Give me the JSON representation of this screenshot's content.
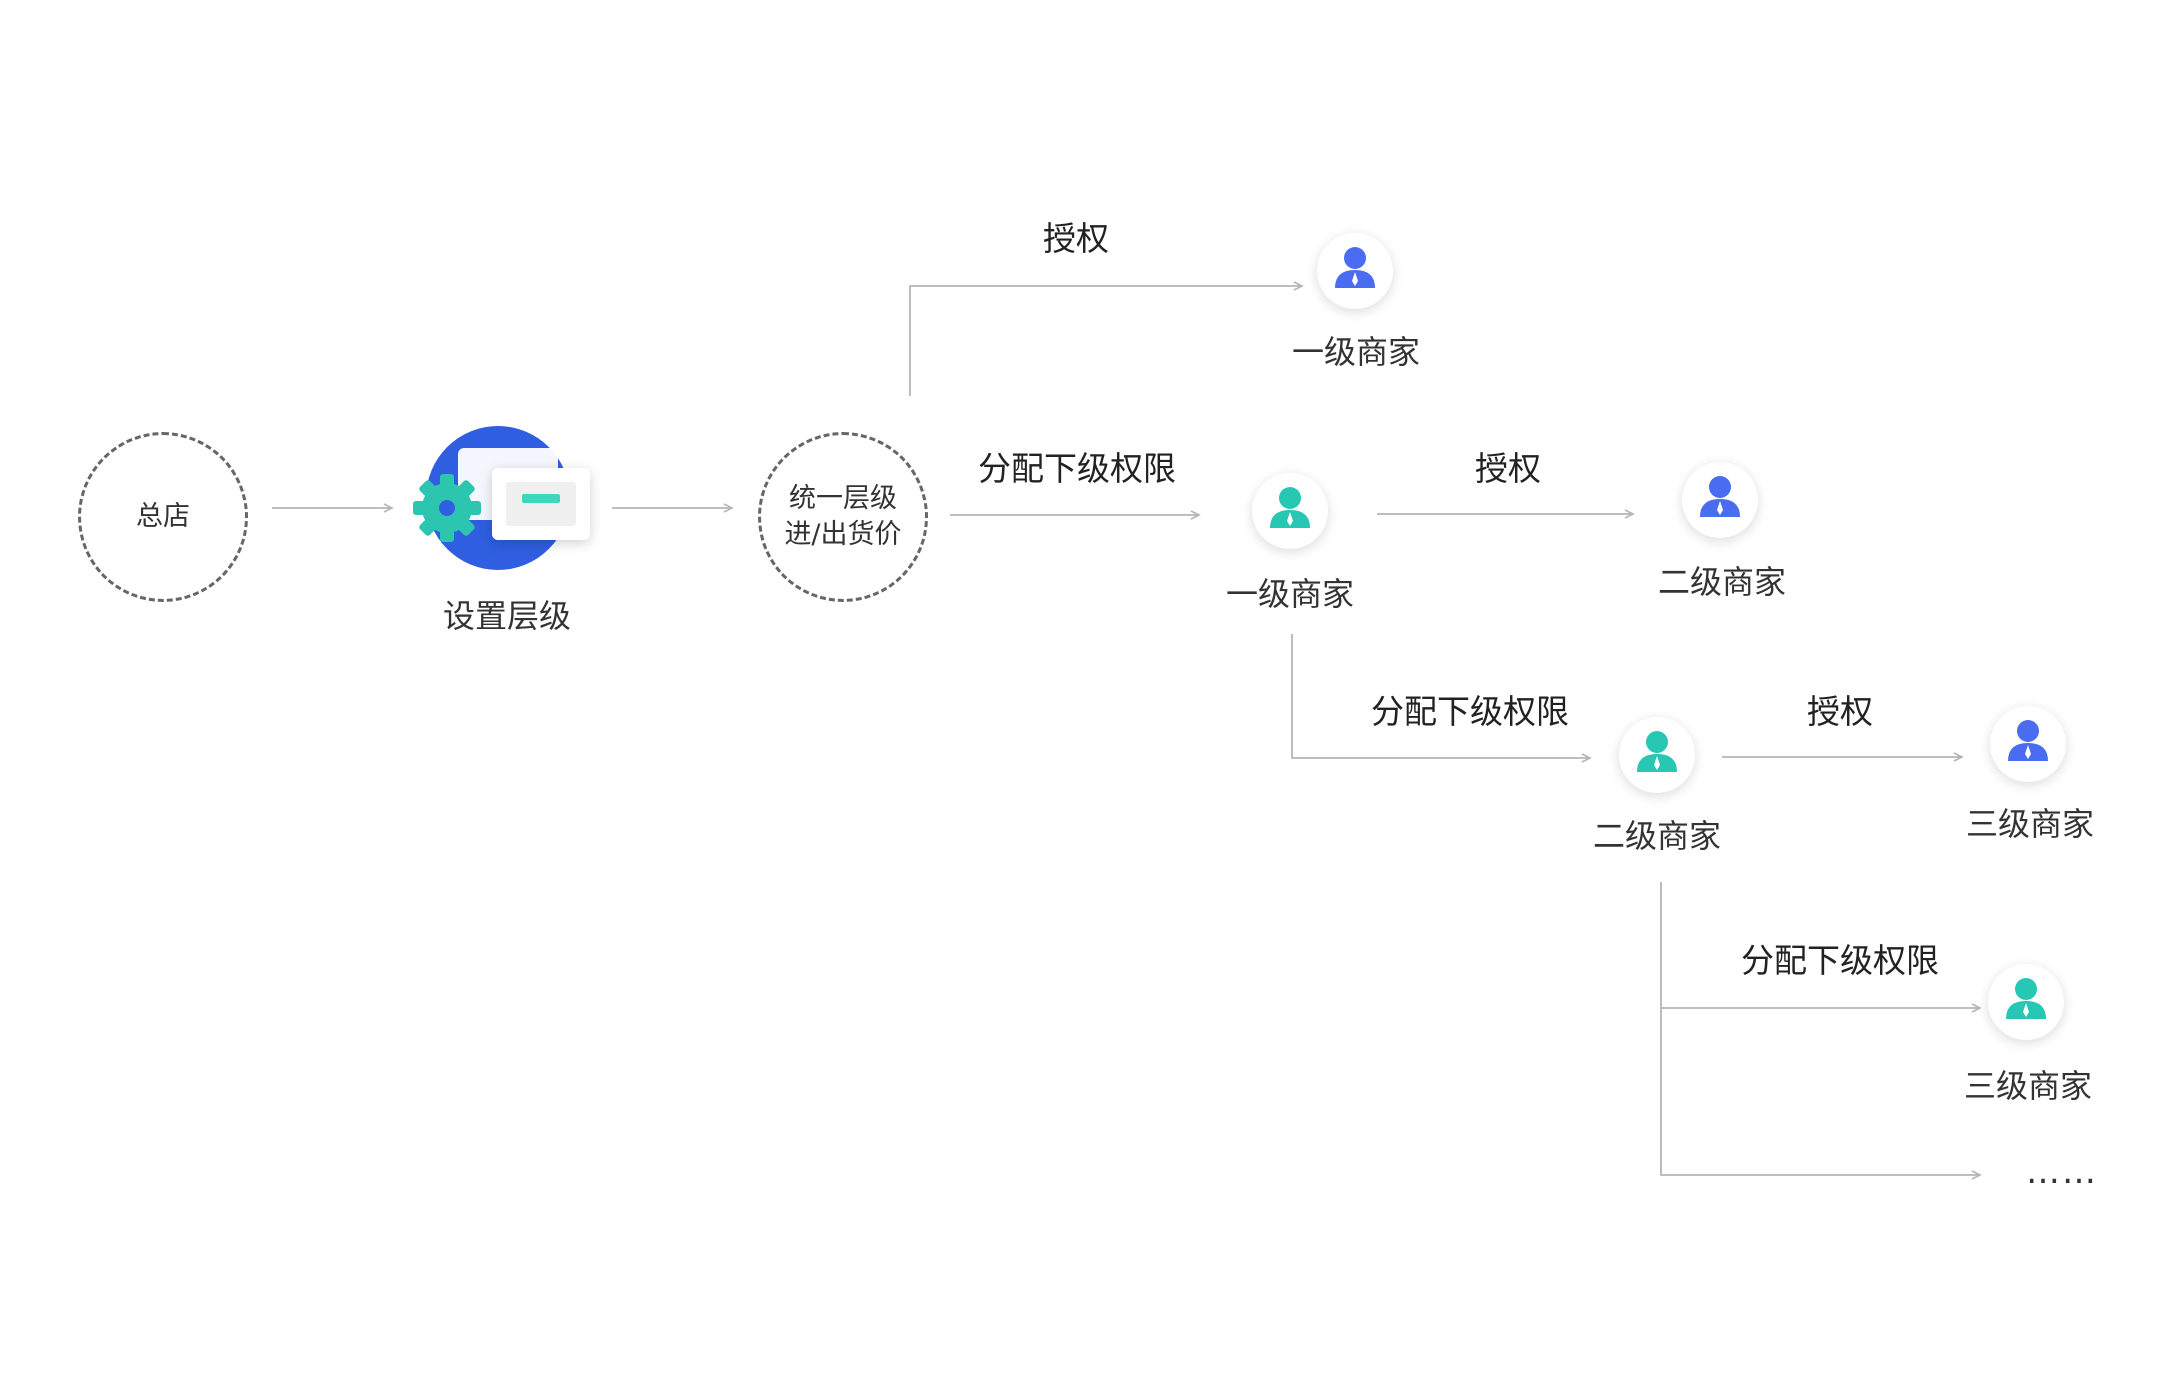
{
  "nodes": {
    "hq": "总店",
    "set_level": "设置层级",
    "unified": [
      "统一层级",
      "进/出货价"
    ]
  },
  "edges": {
    "authorize": "授权",
    "assign": "分配下级权限"
  },
  "merchants": {
    "level1": "一级商家",
    "level2": "二级商家",
    "level3": "三级商家"
  },
  "ellipsis": "……",
  "colors": {
    "blue_avatar": "#4a6cf0",
    "teal_avatar": "#26c8b4",
    "set_level_blue": "#2f5fe0",
    "line": "#b5b5b5",
    "dashed_circle": "#666666"
  },
  "icons": {
    "person_icon": "user-icon",
    "settings_icon": "gear-icon",
    "panel_icon": "card-icon"
  }
}
